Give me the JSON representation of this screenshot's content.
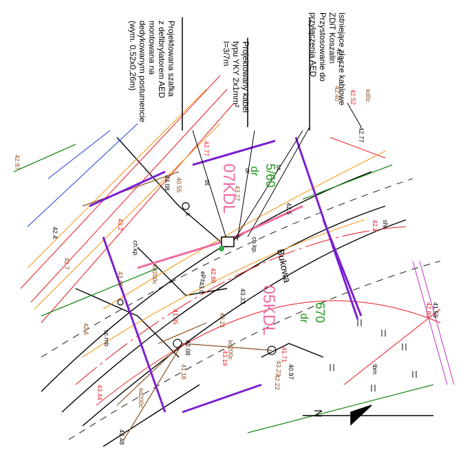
{
  "annotations": {
    "existing_joint": [
      "Istniejące złącze kablowe",
      "ZDiT Koszalin",
      "Przystosowanie do",
      "przyłączenia AED"
    ],
    "cable": [
      "Projektowany kabel",
      "typu YKY 2x1mm²",
      "l=3/7m"
    ],
    "cabinet": [
      "Projektowana szafka",
      "z defibrylatorem AED",
      "montowana na",
      "dedykowanym postumencie",
      "(wym.      0,52x0,26m)"
    ]
  },
  "parcels": {
    "upper": {
      "id": "07KDL",
      "number": "5/60",
      "use": "dr"
    },
    "lower": {
      "id": "05KDL",
      "number": "670",
      "use": "dr"
    }
  },
  "street_name": "Bukowa",
  "spot_heights": [
    "42.47",
    "42.40",
    "42.52",
    "42.77",
    "43.27",
    "42.77",
    "43.08",
    "40.55",
    "43.2",
    "42.5",
    "43.46",
    "42.86",
    "43.33",
    "43.21",
    "43.19",
    "42.08",
    "41.18",
    "43.44",
    "43.48",
    "43.23",
    "41.71",
    "40.97",
    "42.22",
    "42.80",
    "41.59",
    "42.97",
    "42.2",
    "43.0",
    "42.7",
    "41.35",
    "42.4",
    "42.6"
  ],
  "small_labels": [
    "kd200c",
    "kd200c",
    "kd200c",
    "kd0c",
    "sc.mb",
    "ch.kp.",
    "ch.kp.",
    "bt.",
    "bt.",
    "k",
    "sN",
    "ePz",
    "dr",
    "tbm"
  ],
  "north_arrow_label": "N",
  "colors": {
    "parcel_boundary": "#7a1fd1",
    "gas_red": "#e8161b",
    "power_orange": "#f29a1a",
    "sewer_brown": "#8a4a1a",
    "water_blue": "#1a3bd8",
    "telecom_green": "#1c8a1c",
    "magenta": "#c030c0",
    "label_pink": "#f06aa0",
    "label_green": "#1a9a1a"
  }
}
